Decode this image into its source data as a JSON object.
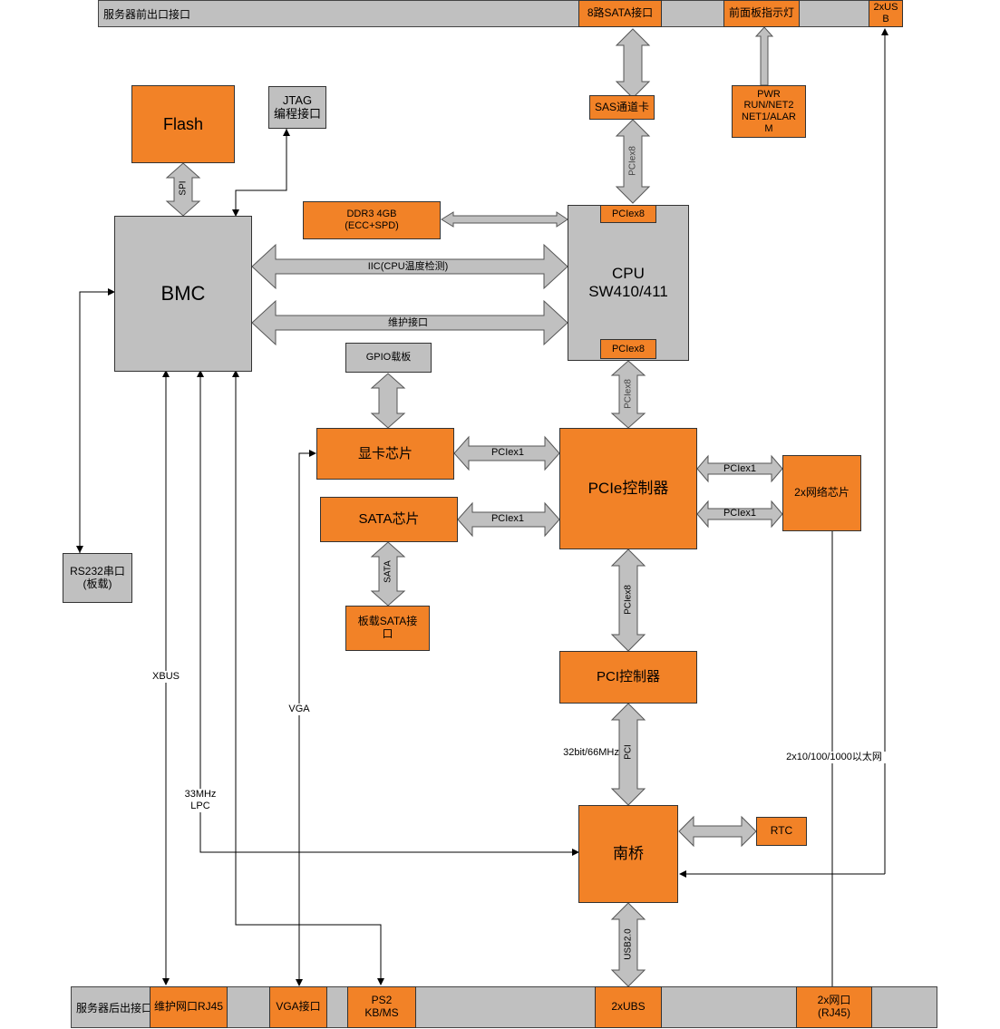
{
  "front_bar": {
    "title": "服务器前出口接口",
    "sata8": "8路SATA接口",
    "front_panel_led": "前面板指示灯",
    "usb2": "2xUS\nB"
  },
  "rear_bar": {
    "title": "服务器后出接口",
    "maint_rj45": "维护网口RJ45",
    "vga": "VGA接口",
    "ps2": "PS2\nKB/MS",
    "usb": "2xUBS",
    "net_rj45": "2x网口\n(RJ45)"
  },
  "blocks": {
    "flash": "Flash",
    "jtag": "JTAG\n编程接口",
    "bmc": "BMC",
    "ddr3": "DDR3 4GB\n(ECC+SPD)",
    "cpu": "CPU\nSW410/411",
    "cpu_pcie_top": "PCIex8",
    "cpu_pcie_bottom": "PCIex8",
    "sas": "SAS通道卡",
    "led_signals": "PWR\nRUN/NET2\nNET1/ALAR\nM",
    "gpio": "GPIO载板",
    "gpu": "显卡芯片",
    "sata_chip": "SATA芯片",
    "onboard_sata": "板载SATA接\n口",
    "pcie_ctrl": "PCIe控制器",
    "net_chip": "2x网络芯片",
    "pci_ctrl": "PCI控制器",
    "southbridge": "南桥",
    "rtc": "RTC",
    "rs232": "RS232串口\n(板载)"
  },
  "labels": {
    "spi": "SPI",
    "iic": "IIC(CPU温度检测)",
    "maint_if": "维护接口",
    "pciex8_sas": "PCIex8",
    "pciex8_cpu": "PCIex8",
    "pciex1_gpu": "PCIex1",
    "pciex1_sata": "PCIex1",
    "pciex1_net_a": "PCIex1",
    "pciex1_net_b": "PCIex1",
    "sata": "SATA",
    "pciex8_pci": "PCIex8",
    "pci": "PCI",
    "pci_speed": "32bit/66MHz",
    "usb20": "USB2.0",
    "xbus": "XBUS",
    "vga": "VGA",
    "lpc": "33MHz\nLPC",
    "ethernet": "2x10/100/1000以太网"
  },
  "colors": {
    "orange": "#f28227",
    "gray": "#c0c0c0"
  }
}
